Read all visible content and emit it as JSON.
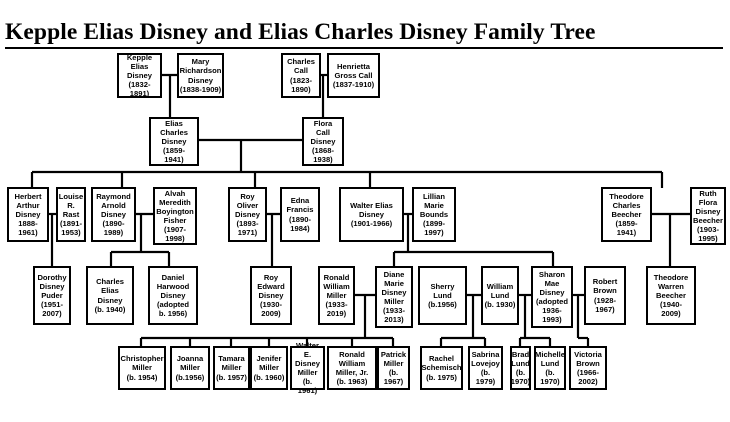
{
  "title": "Kepple Elias Disney and Elias Charles Disney Family Tree",
  "people": [
    {
      "id": "kepple",
      "text": "Kepple\nElias\nDisney\n(1832-1891)"
    },
    {
      "id": "mary",
      "text": "Mary\nRichardson\nDisney\n(1838-1909)"
    },
    {
      "id": "charles_call",
      "text": "Charles\nCall\n(1823-\n1890)"
    },
    {
      "id": "henrietta",
      "text": "Henrietta\nGross Call\n(1837-1910)"
    },
    {
      "id": "elias",
      "text": "Elias\nCharles\nDisney\n(1859-\n1941)"
    },
    {
      "id": "flora",
      "text": "Flora\nCall\nDisney\n(1868-\n1938)"
    },
    {
      "id": "herbert",
      "text": "Herbert\nArthur\nDisney\n1888-\n1961)"
    },
    {
      "id": "louise",
      "text": "Louise\nR.\nRast\n(1891-\n1953)"
    },
    {
      "id": "raymond",
      "text": "Raymond\nArnold\nDisney\n(1890-\n1989)"
    },
    {
      "id": "alvah",
      "text": "Alvah\nMeredith\nBoyington\nFisher\n(1907-\n1998)"
    },
    {
      "id": "roy",
      "text": "Roy\nOliver\nDisney\n(1893-\n1971)"
    },
    {
      "id": "edna",
      "text": "Edna\nFrancis\n(1890-\n1984)"
    },
    {
      "id": "walter",
      "text": "Walter Elias\nDisney\n(1901-1966)"
    },
    {
      "id": "lillian",
      "text": "Lillian\nMarie\nBounds\n(1899-\n1997)"
    },
    {
      "id": "theodore",
      "text": "Theodore\nCharles\nBeecher\n(1859-\n1941)"
    },
    {
      "id": "ruth",
      "text": "Ruth\nFlora\nDisney\nBeecher\n(1903-\n1995)"
    },
    {
      "id": "dorothy",
      "text": "Dorothy\nDisney\nPuder\n(1951-\n2007)"
    },
    {
      "id": "charles_elias",
      "text": "Charles\nElias\nDisney\n(b. 1940)"
    },
    {
      "id": "daniel",
      "text": "Daniel\nHarwood\nDisney\n(adopted\nb. 1956)"
    },
    {
      "id": "roy_edward",
      "text": "Roy\nEdward\nDisney\n(1930-\n2009)"
    },
    {
      "id": "ronald",
      "text": "Ronald\nWilliam\nMiller\n(1933-\n2019)"
    },
    {
      "id": "diane",
      "text": "Diane\nMarie\nDisney\nMiller\n(1933-\n2013)"
    },
    {
      "id": "sherry",
      "text": "Sherry\nLund\n(b.1956)"
    },
    {
      "id": "william",
      "text": "William\nLund\n(b. 1930)"
    },
    {
      "id": "sharon",
      "text": "Sharon\nMae\nDisney\n(adopted\n1936-\n1993)"
    },
    {
      "id": "robert",
      "text": "Robert\nBrown\n(1928-\n1967)"
    },
    {
      "id": "theodore_warren",
      "text": "Theodore\nWarren\nBeecher\n(1940-\n2009)"
    },
    {
      "id": "christopher",
      "text": "Christopher\nMiller\n(b. 1954)"
    },
    {
      "id": "joanna",
      "text": "Joanna\nMiller\n(b.1956)"
    },
    {
      "id": "tamara",
      "text": "Tamara\nMiller\n(b. 1957)"
    },
    {
      "id": "jenifer",
      "text": "Jenifer\nMiller\n(b. 1960)"
    },
    {
      "id": "walter_miller",
      "text": "Walter E.\nDisney\nMiller\n(b. 1961)"
    },
    {
      "id": "ronald_jr",
      "text": "Ronald\nWilliam\nMiller, Jr.\n(b. 1963)"
    },
    {
      "id": "patrick",
      "text": "Patrick\nMiller\n(b. 1967)"
    },
    {
      "id": "rachel",
      "text": "Rachel\nSchemisch\n(b. 1975)"
    },
    {
      "id": "sabrina",
      "text": "Sabrina\nLovejoy\n(b. 1979)"
    },
    {
      "id": "brad",
      "text": "Brad\nLund\n(b.\n1970)"
    },
    {
      "id": "michelle",
      "text": "Michelle\nLund\n(b. 1970)"
    },
    {
      "id": "victoria",
      "text": "Victoria\nBrown\n(1966-\n2002)"
    }
  ]
}
